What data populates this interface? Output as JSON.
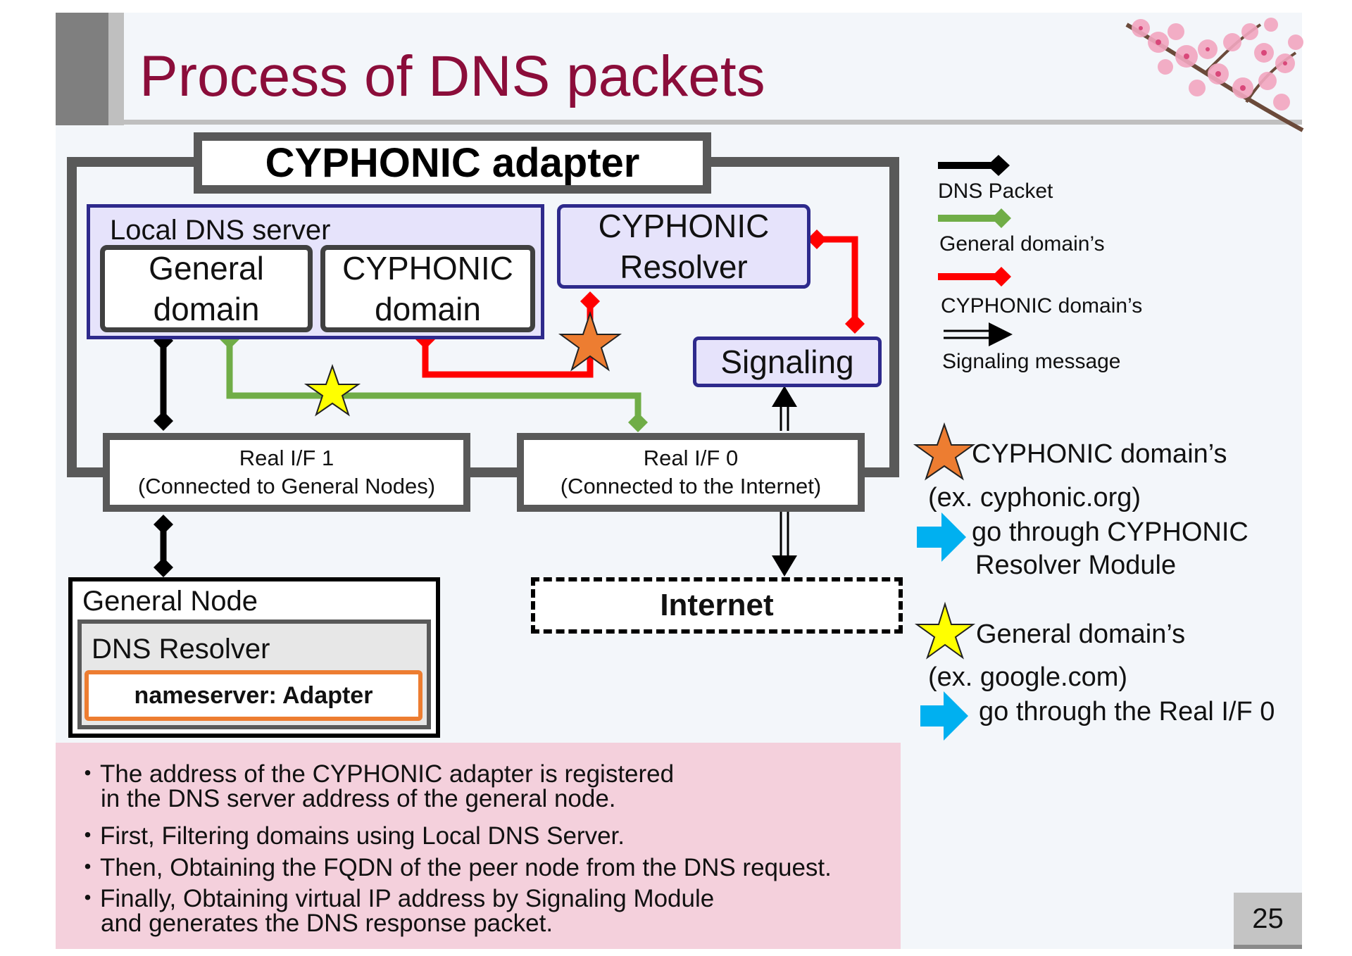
{
  "title": "Process of DNS packets",
  "adapter": {
    "label": "CYPHONIC adapter"
  },
  "local_dns": {
    "label": "Local DNS server",
    "general_domain": "General domain",
    "cyphonic_domain": "CYPHONIC domain"
  },
  "resolver": {
    "label": "CYPHONIC Resolver"
  },
  "signaling": {
    "label": "Signaling"
  },
  "real_if1": {
    "line1": "Real I/F 1",
    "line2": "(Connected to General Nodes)"
  },
  "real_if0": {
    "line1": "Real I/F 0",
    "line2": "(Connected to the Internet)"
  },
  "general_node": {
    "label": "General Node",
    "dns_resolver": "DNS Resolver",
    "nameserver": "nameserver: Adapter"
  },
  "internet": {
    "label": "Internet"
  },
  "legend": {
    "dns_packet": "DNS Packet",
    "general": "General domain’s",
    "cyphonic": "CYPHONIC domain’s",
    "signaling": "Signaling message"
  },
  "side_notes": {
    "star_orange_title": "CYPHONIC domain’s",
    "star_orange_example": "(ex. cyphonic.org)",
    "star_orange_route_1": "go through CYPHONIC",
    "star_orange_route_2": "Resolver Module",
    "star_yellow_title": "General domain’s",
    "star_yellow_example": "(ex. google.com)",
    "star_yellow_route": "go through the Real I/F 0"
  },
  "notes": [
    "・The address of the CYPHONIC adapter is registered",
    "in the DNS server address of the general node.",
    "・First, Filtering domains using Local DNS Server.",
    "・Then, Obtaining the FQDN of the peer node from the DNS request.",
    "・Finally, Obtaining virtual IP address by Signaling Module",
    "and generates the DNS response packet."
  ],
  "page_number": "25",
  "colors": {
    "title": "#8b0d3a",
    "dns_packet": "#000000",
    "general": "#70ad47",
    "cyphonic": "#ff0000",
    "module_fill": "#e6e3fb",
    "module_border": "#2e2a8c",
    "orange_star": "#ed7d31",
    "yellow_star": "#ffff00",
    "arrow_blue": "#00b0f0",
    "note_bg": "#f4d0dc"
  }
}
